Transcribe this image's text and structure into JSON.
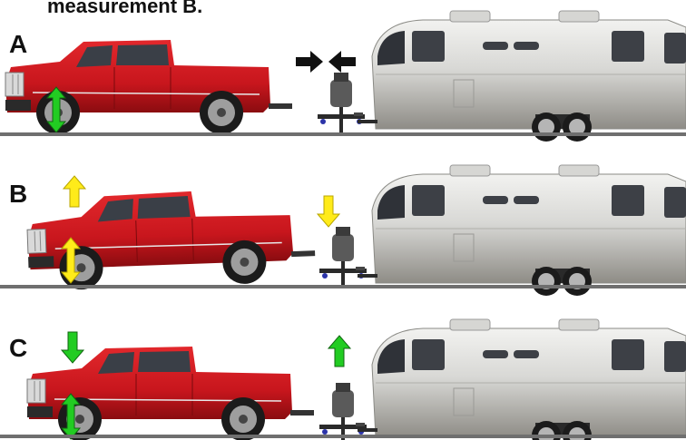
{
  "caption": "measurement B.",
  "panels": [
    {
      "label": "A"
    },
    {
      "label": "B"
    },
    {
      "label": "C"
    }
  ],
  "colors": {
    "truck_red": "#c8161d",
    "arrow_black": "#111111",
    "arrow_yellow": "#ffeb1a",
    "arrow_green": "#22cc22",
    "trailer_silver": "#c9c9c6",
    "ground": "#6f6f6f"
  }
}
